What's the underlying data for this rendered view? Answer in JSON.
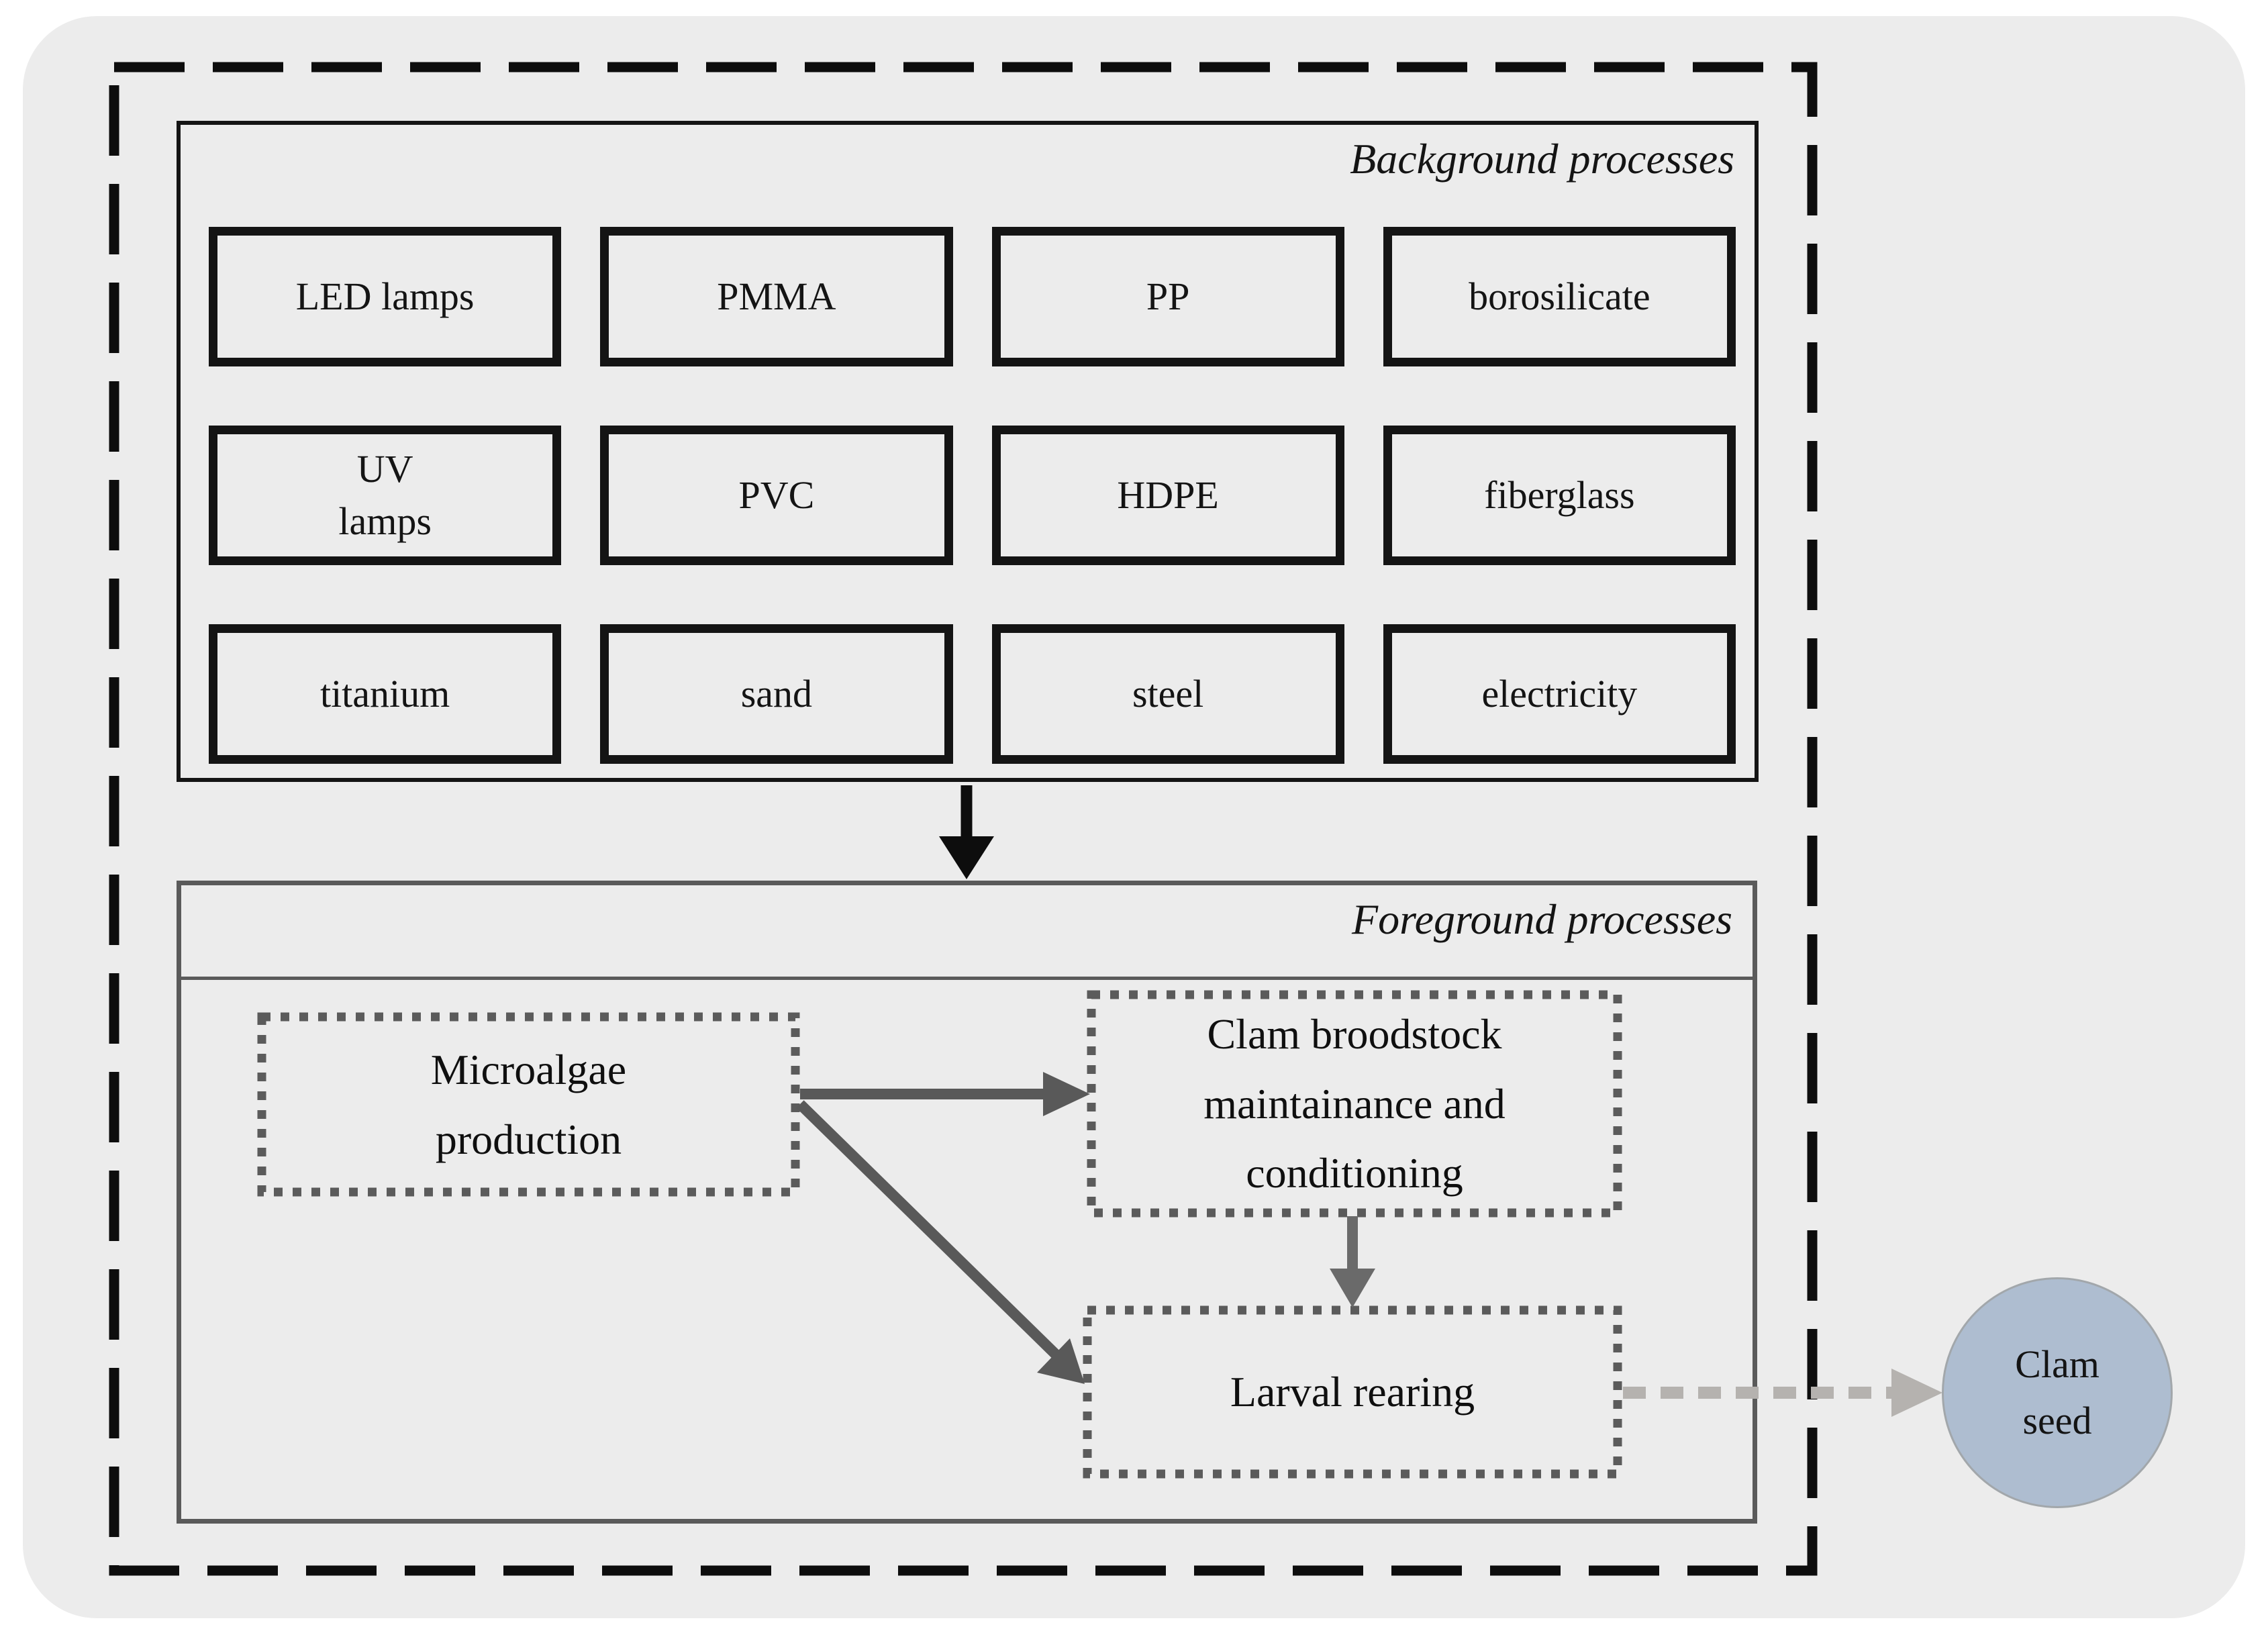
{
  "colors": {
    "canvas_bg": "#ececec",
    "black_border": "#141414",
    "gray_border": "#5a5a5a",
    "dark_arrow": "#595959",
    "light_dashed_arrow": "#b5b2af",
    "circle_fill": "#aebdd0"
  },
  "diagram": {
    "background": {
      "title": "Background processes",
      "items": [
        {
          "label": "LED lamps"
        },
        {
          "label": "PMMA"
        },
        {
          "label": "PP"
        },
        {
          "label": "borosilicate"
        },
        {
          "label": "UV\nlamps"
        },
        {
          "label": "PVC"
        },
        {
          "label": "HDPE"
        },
        {
          "label": "fiberglass"
        },
        {
          "label": "titanium"
        },
        {
          "label": "sand"
        },
        {
          "label": "steel"
        },
        {
          "label": "electricity"
        }
      ]
    },
    "foreground": {
      "title": "Foreground processes",
      "microalgae": {
        "label": "Microalgae\nproduction"
      },
      "broodstock": {
        "label": "Clam broodstock\nmaintainance and\nconditioning"
      },
      "larval": {
        "label": "Larval rearing"
      }
    },
    "output": {
      "label": "Clam\nseed"
    }
  }
}
